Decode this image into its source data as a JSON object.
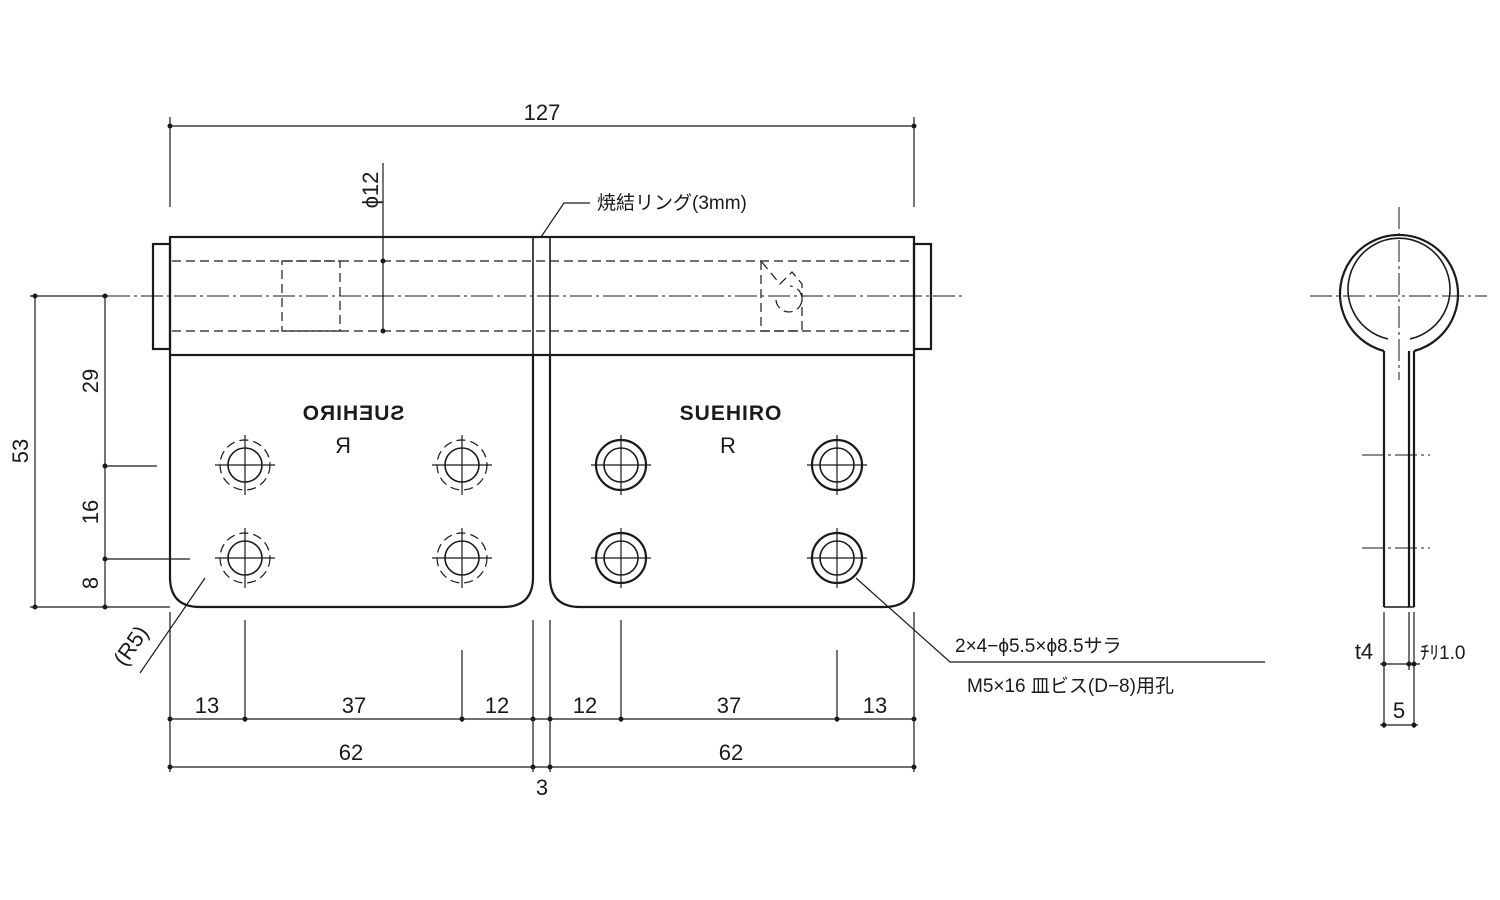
{
  "dimensions": {
    "overall_width": "127",
    "pin_diameter": "ϕ12",
    "height_total": "53",
    "height_upper": "29",
    "height_mid": "16",
    "height_lower": "8",
    "corner_radius": "(R5)",
    "left_edge": "13",
    "left_pitch": "37",
    "left_inner": "12",
    "right_inner": "12",
    "right_pitch": "37",
    "right_edge": "13",
    "leaf_left": "62",
    "leaf_right": "62",
    "gap": "3",
    "thickness": "t4",
    "clearance": "ﾁﾘ1.0",
    "side_width": "5"
  },
  "notes": {
    "ring": "焼結リング(3mm)",
    "holes_line1": "2×4−ϕ5.5×ϕ8.5サラ",
    "holes_line2": "M5×16 皿ビス(D−8)用孔"
  },
  "marks": {
    "logo_front": "SUEHIRO",
    "logo_back": "SUEHIRO",
    "hand_front": "R",
    "hand_back": "R"
  }
}
